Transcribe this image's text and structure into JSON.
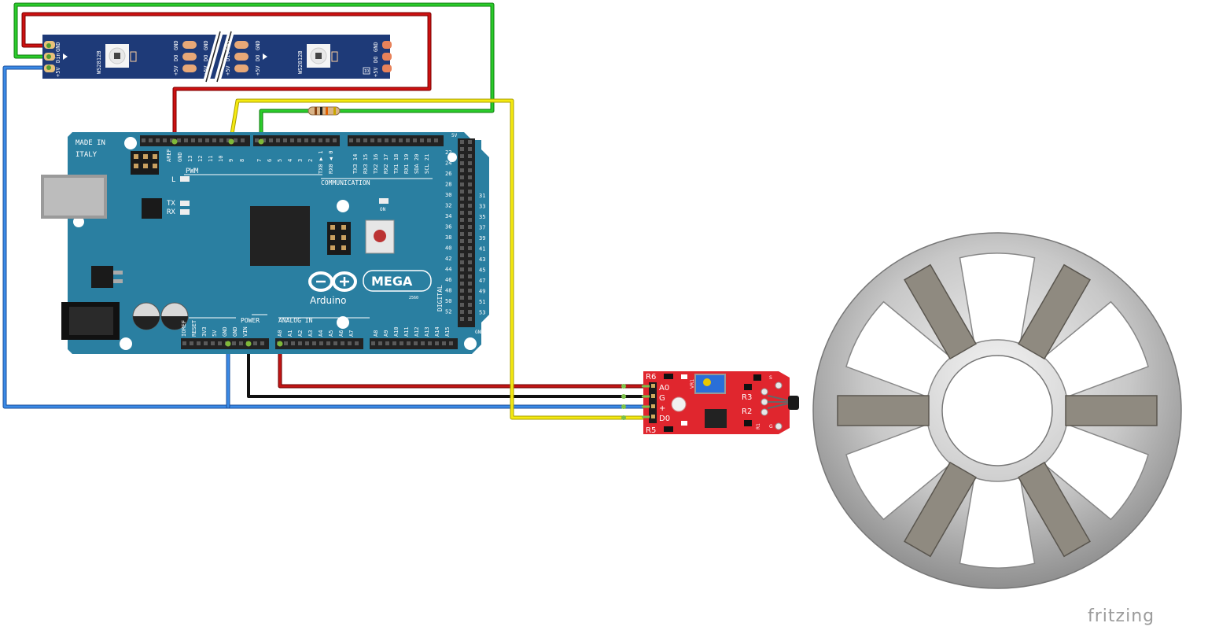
{
  "strip": {
    "chip_label": "WS2812B",
    "pins_left": [
      "GND",
      "Din",
      "+5V"
    ],
    "pins_mid_a": [
      "GND",
      "DO",
      "+5V"
    ],
    "pins_mid_b": [
      "GND",
      "Din",
      "+5V"
    ],
    "pins_mid_c": [
      "GND",
      "DO",
      "+5V"
    ],
    "pin_mid_a_gnd": "GND",
    "pin_mid_a_do": "DO",
    "pin_mid_a_5v": "+5V",
    "pin_mid_b_gnd": "GND",
    "pin_mid_b_din": "Din",
    "pin_mid_b_5v": "+5V",
    "pin_mid_c_gnd": "GND",
    "pin_mid_c_do": "DO",
    "pin_mid_c_5v": "+5V",
    "side_mark": "IO"
  },
  "arduino": {
    "made_in": "MADE IN",
    "italy": "ITALY",
    "pwm": "PWM",
    "communication": "COMMUNICATION",
    "led_l": "L",
    "led_tx": "TX",
    "led_rx": "RX",
    "led_on": "ON",
    "brand": "Arduino",
    "model": "MEGA",
    "model_sub": "2560",
    "digital": "DIGITAL",
    "power": "POWER",
    "analog_in": "ANALOG IN",
    "top_pins": [
      "AREF",
      "GND",
      "13",
      "12",
      "11",
      "10",
      "9",
      "8"
    ],
    "top_pins_b": [
      "7",
      "6",
      "5",
      "4",
      "3",
      "2",
      "TX0 ▶ 1",
      "RX0 ◀ 0"
    ],
    "comm_pins": [
      "TX3 14",
      "RX3 15",
      "TX2 16",
      "RX2 17",
      "TX1 18",
      "RX1 19",
      "SDA 20",
      "SCL 21"
    ],
    "power_pins": [
      "IOREF",
      "RESET",
      "3V3",
      "5V",
      "GND",
      "GND",
      "VIN"
    ],
    "analog_pins": [
      "A0",
      "A1",
      "A2",
      "A3",
      "A4",
      "A5",
      "A6",
      "A7"
    ],
    "analog_pins_b": [
      "A8",
      "A9",
      "A10",
      "A11",
      "A12",
      "A13",
      "A14",
      "A15"
    ],
    "digital_left": [
      "22",
      "24",
      "26",
      "28",
      "30",
      "32",
      "34",
      "36",
      "38",
      "40",
      "42",
      "44",
      "46",
      "48",
      "50",
      "52"
    ],
    "digital_right": [
      "31",
      "33",
      "35",
      "37",
      "39",
      "41",
      "43",
      "45",
      "47",
      "49",
      "51",
      "53"
    ],
    "header_5v": "5V",
    "header_gnd": "GND"
  },
  "sensor": {
    "labels_left": [
      "A0",
      "G",
      "+",
      "D0"
    ],
    "r6": "R6",
    "r5": "R5",
    "r3": "R3",
    "r2": "R2",
    "r1": "R1",
    "vr1": "VR1",
    "pin_s": "S",
    "pin_g": "G"
  },
  "branding": {
    "logo": "fritzing"
  },
  "colors": {
    "board": "#2a7fa1",
    "strip": "#1e3a78",
    "sensor": "#e0262e",
    "wire_red": "#b00000",
    "wire_green": "#1ea81e",
    "wire_yellow": "#f0e400",
    "wire_blue": "#2e7bd6",
    "wire_black": "#111111"
  }
}
